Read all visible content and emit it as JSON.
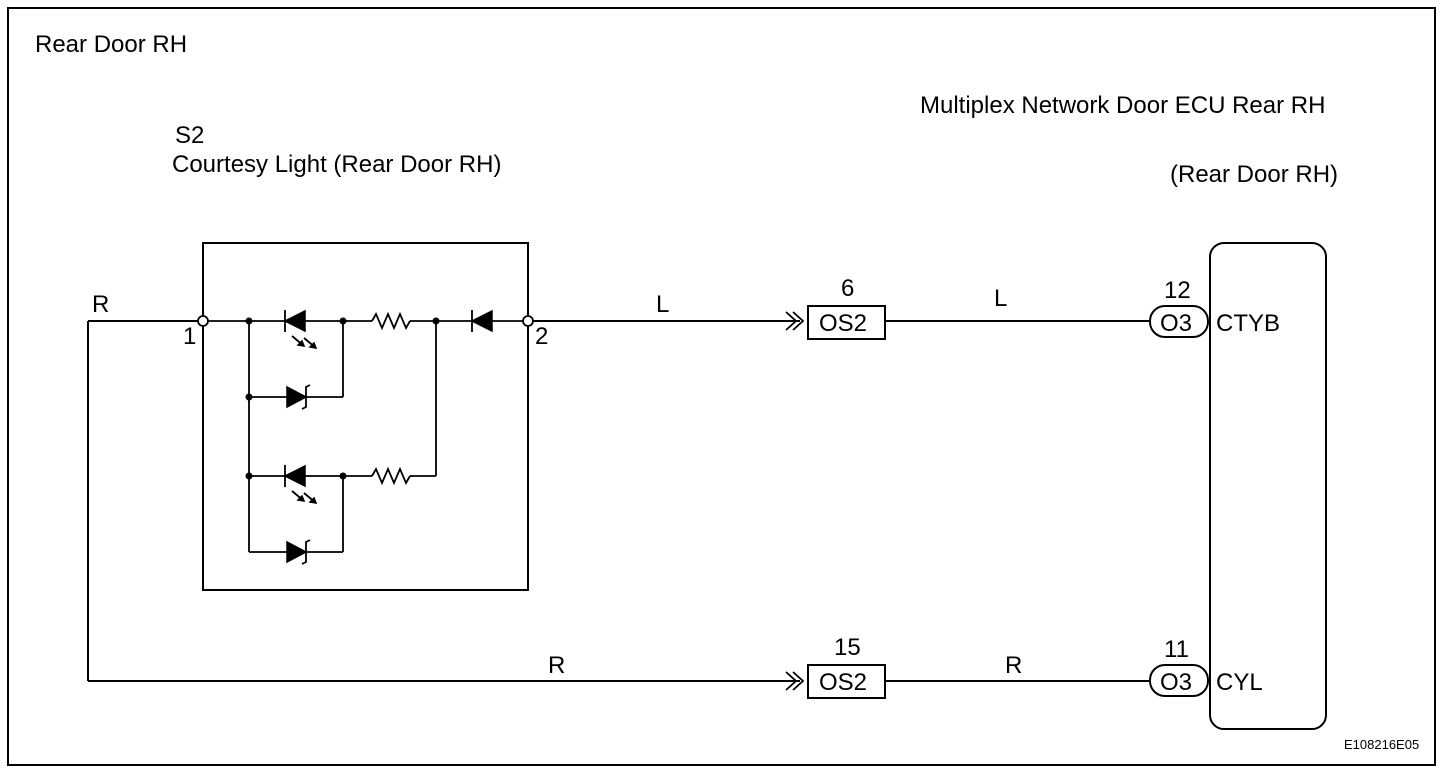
{
  "diagram": {
    "title": "Rear Door RH",
    "figure_code": "E108216E05",
    "switch": {
      "code": "S2",
      "name": "Courtesy Light (Rear Door RH)",
      "pin_left": "1",
      "pin_right": "2"
    },
    "ecu": {
      "name": "Multiplex Network Door ECU Rear RH",
      "location": "(Rear Door RH)"
    },
    "wires": {
      "top_left_color": "R",
      "upper_mid_color": "L",
      "upper_right_color": "L",
      "lower_mid_color": "R",
      "lower_right_color": "R"
    },
    "connectors": {
      "upper_os2_pin": "6",
      "upper_os2_name": "OS2",
      "lower_os2_pin": "15",
      "lower_os2_name": "OS2",
      "upper_o3_pin": "12",
      "upper_o3_name": "O3",
      "lower_o3_pin": "11",
      "lower_o3_name": "O3"
    },
    "signals": {
      "upper": "CTYB",
      "lower": "CYL"
    }
  }
}
